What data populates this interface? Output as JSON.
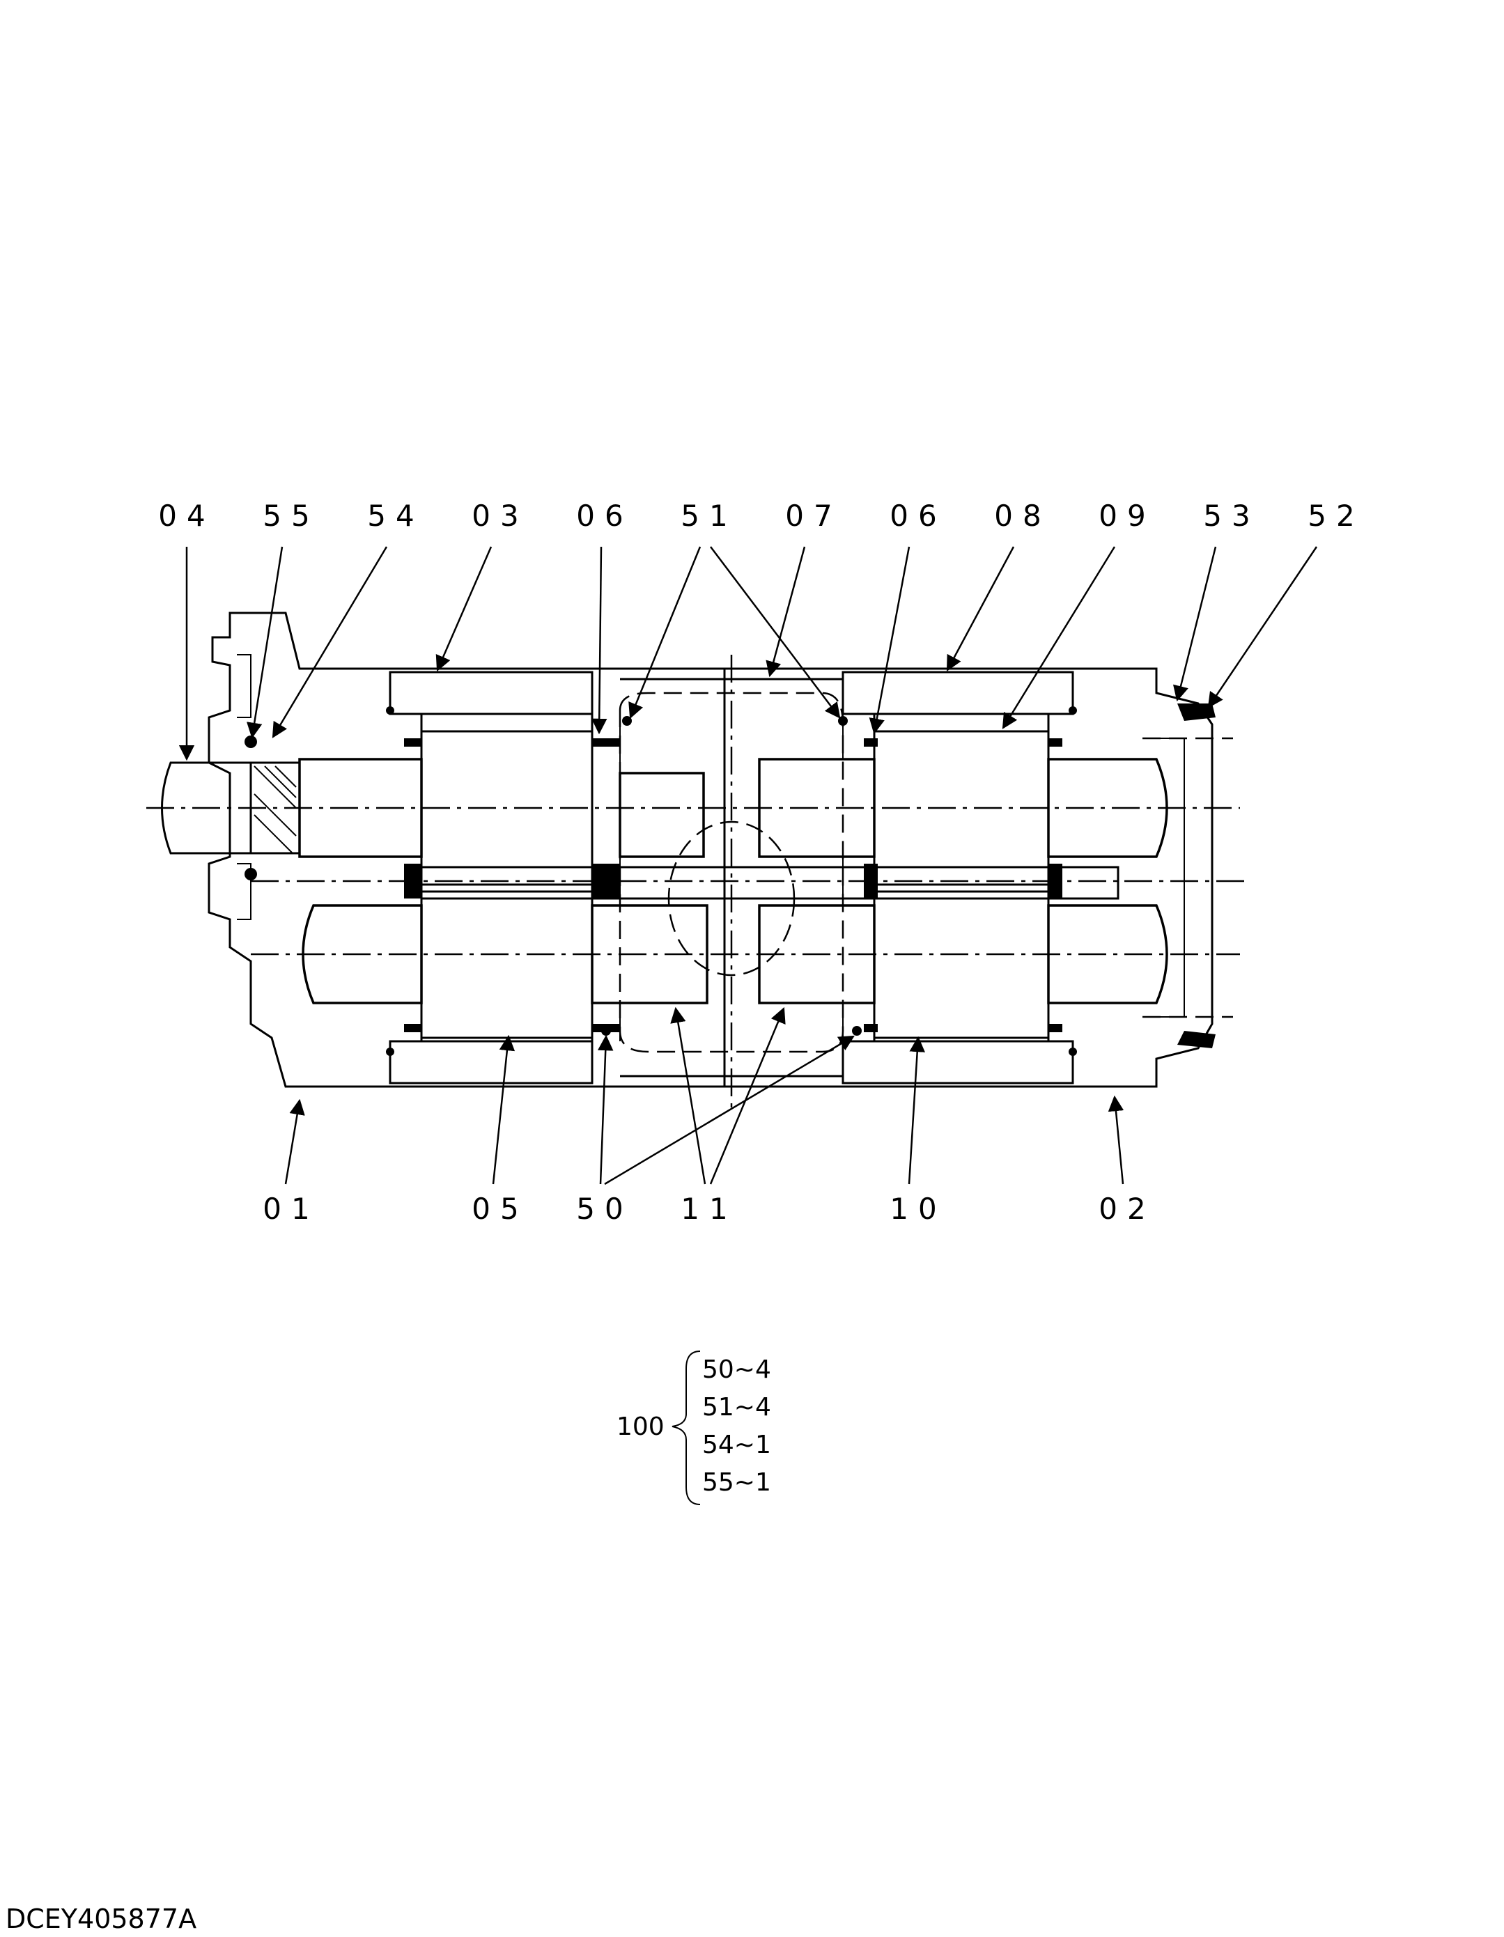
{
  "callouts_top": [
    "04",
    "55",
    "54",
    "03",
    "06",
    "51",
    "07",
    "06",
    "08",
    "09",
    "53",
    "52"
  ],
  "callouts_bottom": [
    "01",
    "05",
    "50",
    "11",
    "10",
    "02"
  ],
  "kit": {
    "label": "100",
    "items": [
      "50~4",
      "51~4",
      "54~1",
      "55~1"
    ]
  },
  "drawing_code": "DCEY405877A"
}
